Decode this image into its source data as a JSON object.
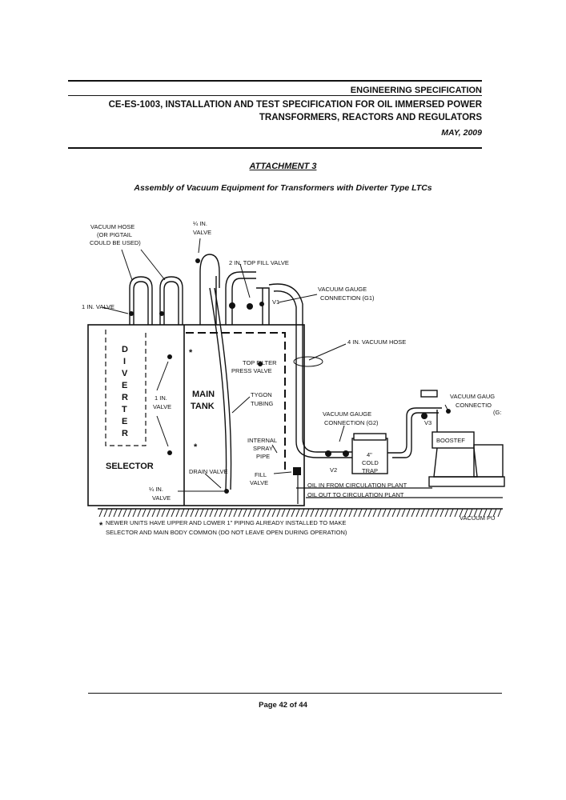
{
  "header": {
    "title": "ENGINEERING SPECIFICATION",
    "doc_line1": "CE-ES-1003, INSTALLATION AND TEST  SPECIFICATION FOR OIL IMMERSED POWER",
    "doc_line2": "TRANSFORMERS, REACTORS AND REGULATORS",
    "date": "MAY, 2009"
  },
  "attachment": "ATTACHMENT 3",
  "caption": "Assembly of Vacuum Equipment for Transformers with Diverter Type LTCs",
  "diagram": {
    "vacuum_hose": [
      "VACUUM HOSE",
      "(OR PIGTAIL",
      "COULD BE USED)"
    ],
    "quarter_valve_top": [
      "¼ IN.",
      "VALVE"
    ],
    "top_fill_valve": "2 IN. TOP FILL VALVE",
    "one_in_valve_left": "1 IN. VALVE",
    "v1": "V1",
    "vacuum_gauge_g1": [
      "VACUUM GAUGE",
      "CONNECTION (G1)"
    ],
    "vacuum_hose_4in": "4 IN. VACUUM HOSE",
    "diverter_letters": [
      "D",
      "I",
      "V",
      "E",
      "R",
      "T",
      "E",
      "R"
    ],
    "asterisk": "*",
    "top_filter": [
      "TOP FILTER",
      "PRESS VALVE"
    ],
    "main_tank": [
      "MAIN",
      "TANK"
    ],
    "one_in_valve_mid": [
      "1 IN.",
      "VALVE"
    ],
    "tygon": [
      "TYGON",
      "TUBING"
    ],
    "vacuum_gauge_g2": [
      "VACUUM GAUGE",
      "CONNECTION (G2)"
    ],
    "vacuum_gauge_g3": [
      "VACUUM GAUG",
      "CONNECTIO",
      "(G:"
    ],
    "v3": "V3",
    "internal_spray": [
      "INTERNAL",
      "SPRAY",
      "PIPE"
    ],
    "booster": "BOOSTEF",
    "cold_trap": [
      "4\"",
      "COLD",
      "TRAP"
    ],
    "v2": "V2",
    "selector": "SELECTOR",
    "drain_valve": "DRAIN VALVE",
    "fill_valve": [
      "FILL",
      "VALVE"
    ],
    "oil_in": "OIL IN FROM CIRCULATION PLANT",
    "oil_out": "OIL OUT TO CIRCULATION PLANT",
    "quarter_valve_bottom": [
      "¼ IN.",
      "VALVE"
    ],
    "vacuum_pump": "VACUUM PU",
    "note_line1": "NEWER UNITS HAVE UPPER AND LOWER 1\" PIPING ALREADY INSTALLED TO MAKE",
    "note_line2": "SELECTOR AND MAIN BODY COMMON (DO NOT LEAVE OPEN DURING OPERATION)"
  },
  "footer": "Page 42 of 44"
}
